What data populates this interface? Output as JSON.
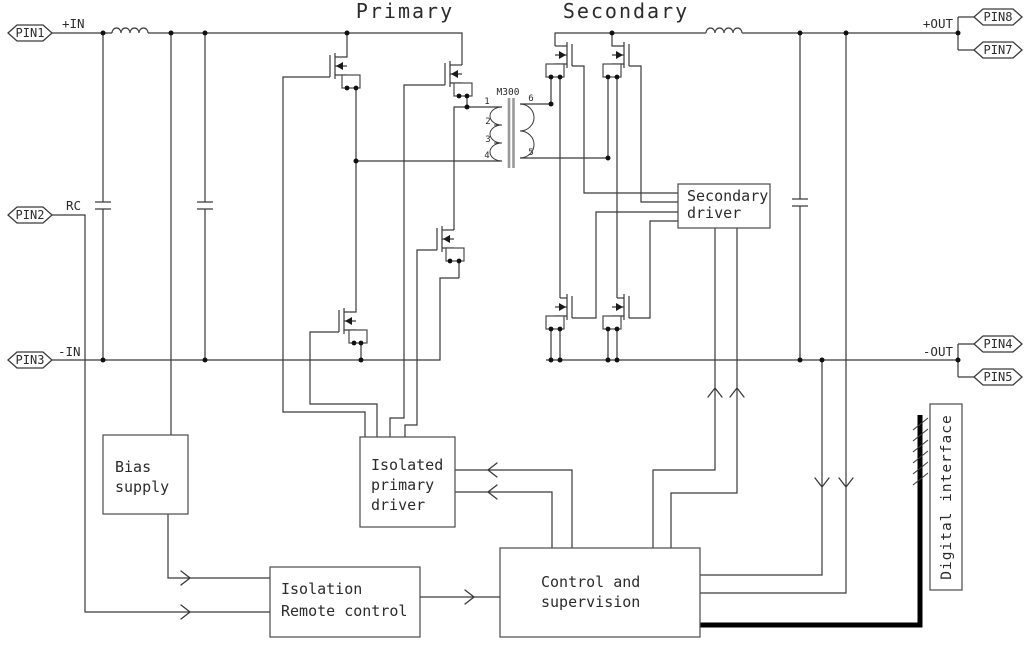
{
  "colors": {
    "line": "#3a3a3a",
    "transformer_core": "#9a9a9a",
    "bus": "#000000",
    "text": "#2b2b2b",
    "background": "#ffffff"
  },
  "titles": {
    "primary": "Primary",
    "secondary": "Secondary"
  },
  "pins": {
    "pin1": "PIN1",
    "pin2": "PIN2",
    "pin3": "PIN3",
    "pin4": "PIN4",
    "pin5": "PIN5",
    "pin7": "PIN7",
    "pin8": "PIN8"
  },
  "nets": {
    "vin_pos": "+IN",
    "rc": "RC",
    "vin_neg": "-IN",
    "vout_pos": "+OUT",
    "vout_neg": "-OUT"
  },
  "transformer": {
    "part": "M300",
    "tap1": "1",
    "tap2": "2",
    "tap3": "3",
    "tap4": "4",
    "tap5": "5",
    "tap6": "6"
  },
  "blocks": {
    "bias": {
      "line1": "Bias",
      "line2": "supply"
    },
    "isolated_primary_driver": {
      "line1": "Isolated",
      "line2": "primary",
      "line3": "driver"
    },
    "isolation_remote": {
      "line1": "Isolation",
      "line2": "Remote control"
    },
    "control": {
      "line1": "Control and",
      "line2": "supervision"
    },
    "secondary_driver": {
      "line1": "Secondary",
      "line2": "driver"
    },
    "digital_interface": {
      "label": "Digital interface"
    }
  }
}
